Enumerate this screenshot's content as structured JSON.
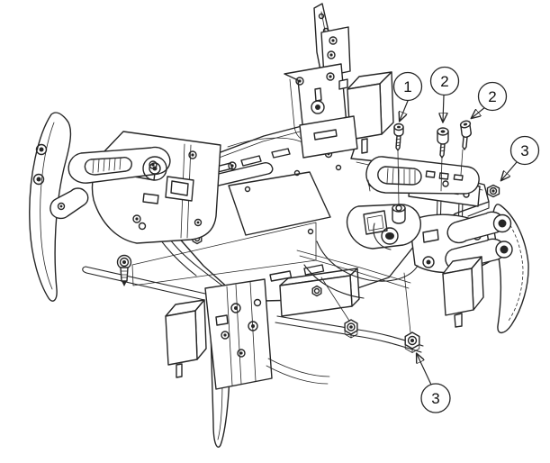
{
  "figure": {
    "type": "exploded-assembly-line-drawing",
    "subject": "Quadruped robot chassis assembly with numbered hardware callouts",
    "background_color": "#ffffff",
    "line_color": "#262626"
  },
  "callouts": [
    {
      "label": "1",
      "points_to": "self-tapping screw above servo horn"
    },
    {
      "label": "2",
      "points_to": "machine screw above servo horn plate"
    },
    {
      "label": "2",
      "points_to": "machine screw above bracket plate"
    },
    {
      "label": "3",
      "points_to": "hex nut on right leg joint"
    },
    {
      "label": "3",
      "points_to": "hex nut under chassis"
    }
  ]
}
